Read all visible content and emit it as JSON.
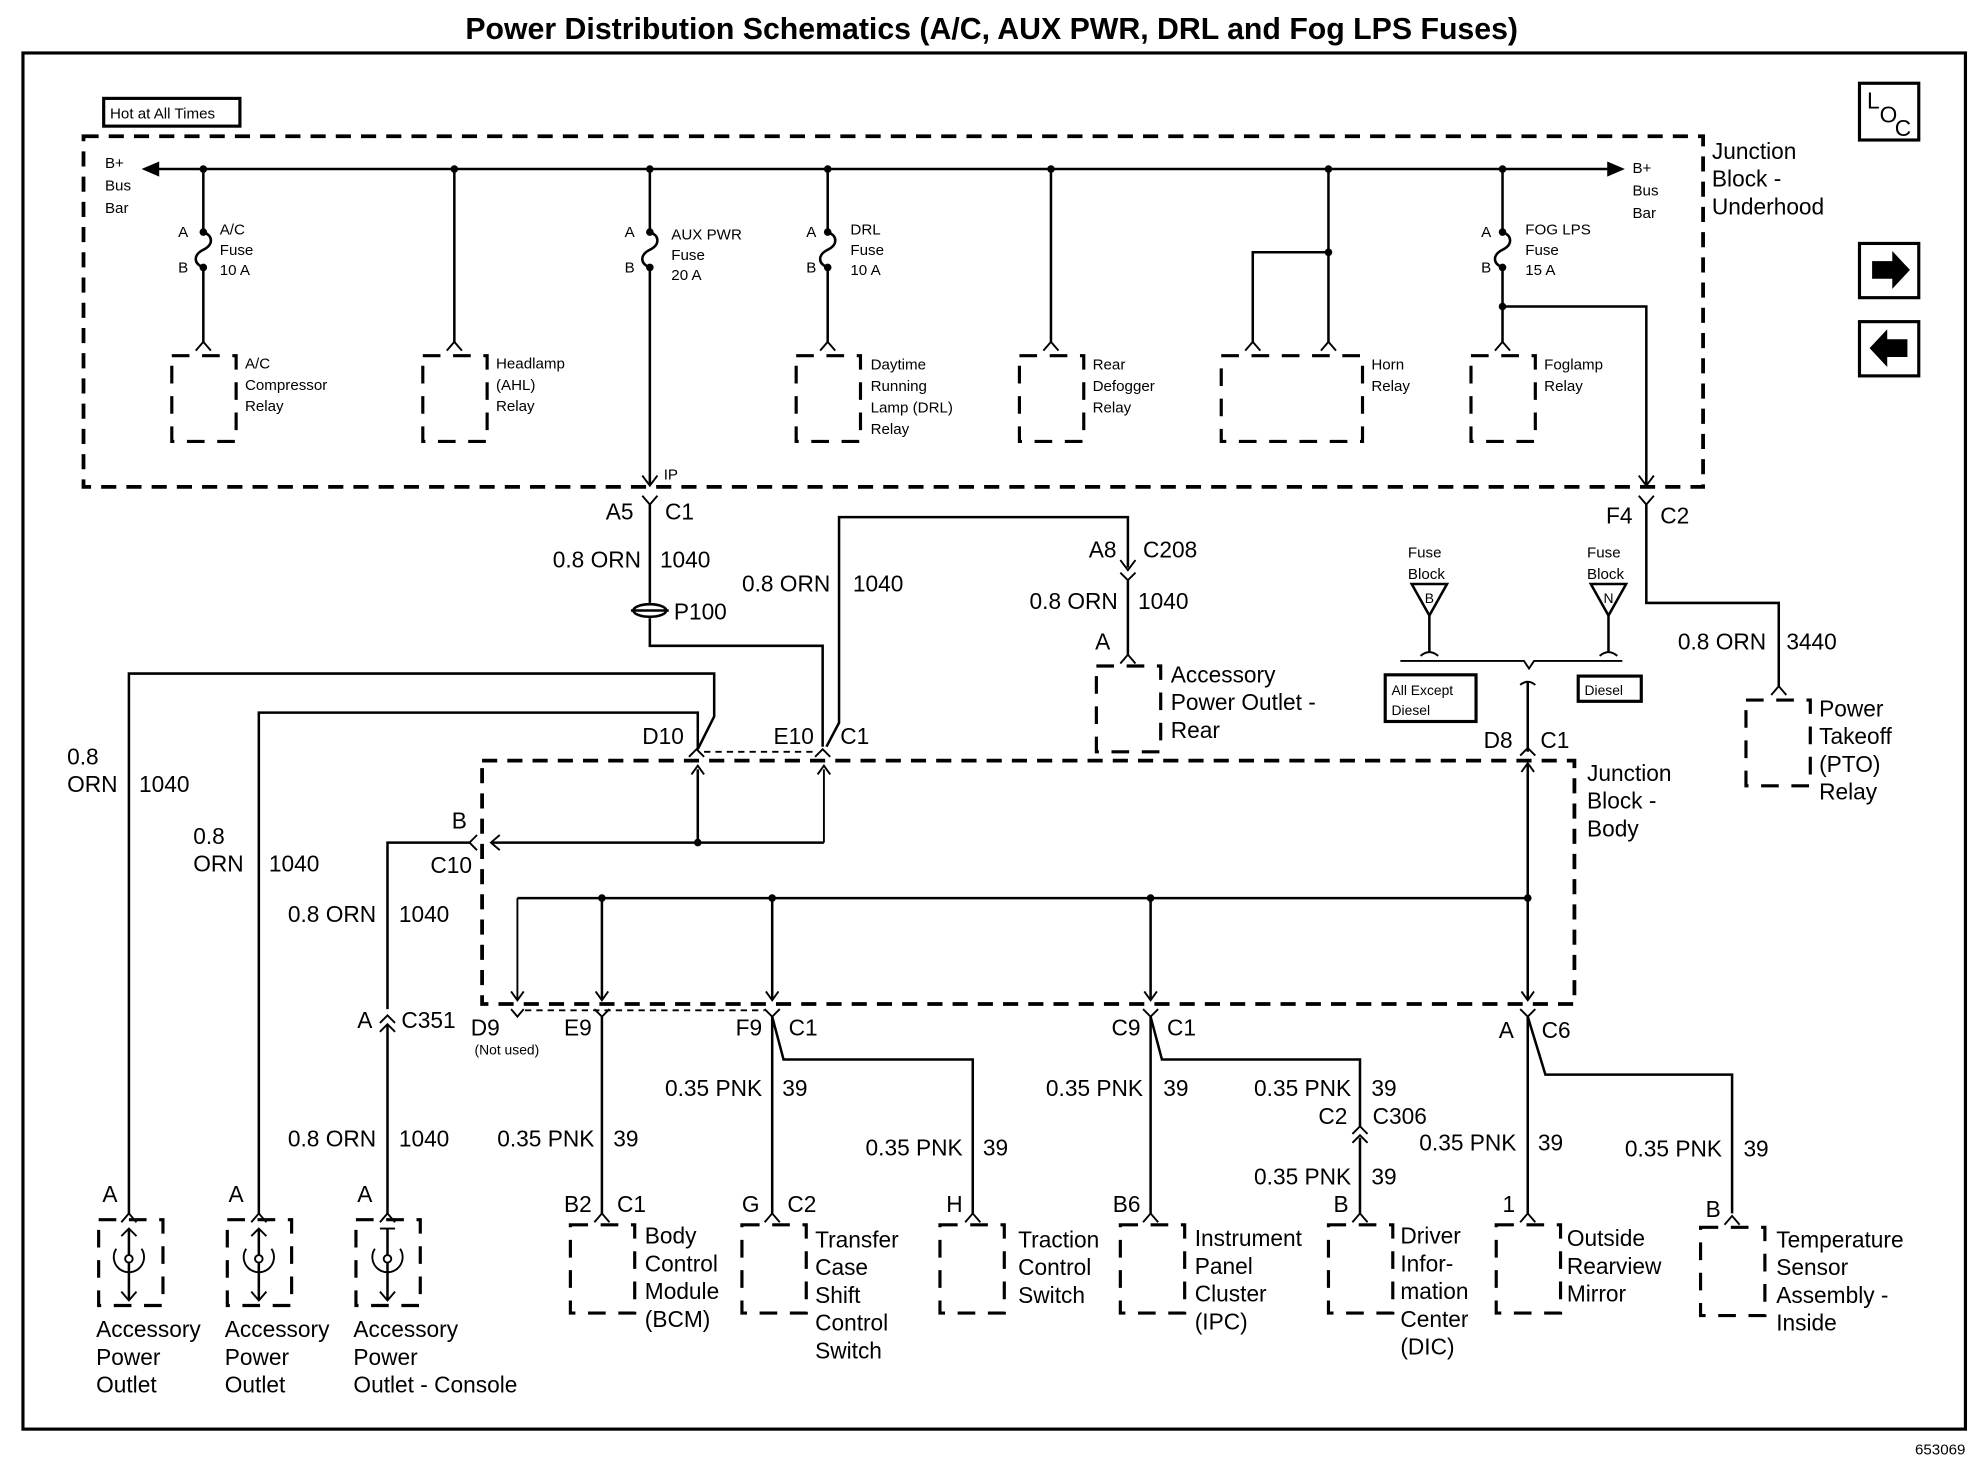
{
  "title": "Power Distribution Schematics (A/C, AUX PWR, DRL and Fog LPS Fuses)",
  "figure_id": "653069",
  "nav": {
    "loc_label": [
      "L",
      "O",
      "C"
    ],
    "next_icon": "arrow-right-icon",
    "prev_icon": "arrow-left-icon"
  },
  "hot_at_all_times": "Hot at All Times",
  "junction_underhood": {
    "label": [
      "Junction",
      "Block -",
      "Underhood"
    ],
    "bus_left": [
      "B+",
      "Bus",
      "Bar"
    ],
    "bus_right": [
      "B+",
      "Bus",
      "Bar"
    ],
    "fuses": [
      {
        "id": "ac",
        "terminal_a": "A",
        "terminal_b": "B",
        "lines": [
          "A/C",
          "Fuse",
          "10 A"
        ]
      },
      {
        "id": "aux",
        "terminal_a": "A",
        "terminal_b": "B",
        "lines": [
          "AUX  PWR",
          "Fuse",
          "20 A"
        ]
      },
      {
        "id": "drl",
        "terminal_a": "A",
        "terminal_b": "B",
        "lines": [
          "DRL",
          "Fuse",
          "10 A"
        ]
      },
      {
        "id": "fog",
        "terminal_a": "A",
        "terminal_b": "B",
        "lines": [
          "FOG LPS",
          "Fuse",
          "15 A"
        ]
      }
    ],
    "relays": [
      {
        "id": "ac-compressor",
        "lines": [
          "A/C",
          "Compressor",
          "Relay"
        ]
      },
      {
        "id": "headlamp-ahl",
        "lines": [
          "Headlamp",
          "(AHL)",
          "Relay"
        ]
      },
      {
        "id": "drl",
        "lines": [
          "Daytime",
          "Running",
          "Lamp (DRL)",
          "Relay"
        ]
      },
      {
        "id": "rear-defogger",
        "lines": [
          "Rear",
          "Defogger",
          "Relay"
        ]
      },
      {
        "id": "horn",
        "lines": [
          "Horn",
          "Relay"
        ]
      },
      {
        "id": "foglamp",
        "lines": [
          "Foglamp",
          "Relay"
        ]
      }
    ],
    "ip_label": "IP"
  },
  "connectors": {
    "a5": {
      "pin": "A5",
      "conn": "C1"
    },
    "a8": {
      "pin": "A8",
      "conn": "C208"
    },
    "f4": {
      "pin": "F4",
      "conn": "C2"
    },
    "d10": {
      "pin": "D10"
    },
    "e10": {
      "pin": "E10",
      "conn": "C1"
    },
    "d8": {
      "pin": "D8",
      "conn": "C1"
    },
    "b_c10": {
      "pin": "B",
      "conn": "C10"
    },
    "a_c351": {
      "pin": "A",
      "conn": "C351"
    },
    "d9": {
      "pin": "D9",
      "note": "(Not used)"
    },
    "e9": {
      "pin": "E9"
    },
    "f9": {
      "pin": "F9",
      "conn": "C1"
    },
    "c9": {
      "pin": "C9",
      "conn": "C1"
    },
    "a_c6": {
      "pin": "A",
      "conn": "C6"
    },
    "c2_c306": {
      "pin": "C2",
      "conn": "C306"
    }
  },
  "splice": "P100",
  "wires": {
    "orn": "0.8 ORN",
    "orn_stack": [
      "0.8",
      "ORN"
    ],
    "circuit_1040": "1040",
    "circuit_3440": "3440",
    "pnk": "0.35 PNK",
    "circuit_39": "39"
  },
  "fuse_blocks": [
    {
      "lines": [
        "Fuse",
        "Block"
      ],
      "letter": "B",
      "option": [
        "All Except",
        "Diesel"
      ]
    },
    {
      "lines": [
        "Fuse",
        "Block"
      ],
      "letter": "N",
      "option": [
        "Diesel"
      ]
    }
  ],
  "junction_body": {
    "label": [
      "Junction",
      "Block -",
      "Body"
    ]
  },
  "components": {
    "apo_rear": {
      "pin": "A",
      "lines": [
        "Accessory",
        "Power Outlet -",
        "Rear"
      ]
    },
    "pto": {
      "lines": [
        "Power",
        "Takeoff",
        "(PTO)",
        "Relay"
      ]
    },
    "apo_1": {
      "pin": "A",
      "lines": [
        "Accessory",
        "Power",
        "Outlet"
      ]
    },
    "apo_2": {
      "pin": "A",
      "lines": [
        "Accessory",
        "Power",
        "Outlet"
      ]
    },
    "apo_console": {
      "pin": "A",
      "lines": [
        "Accessory",
        "Power",
        "Outlet - Console"
      ]
    },
    "bcm": {
      "pin": "B2",
      "conn": "C1",
      "lines": [
        "Body",
        "Control",
        "Module",
        "(BCM)"
      ]
    },
    "tcsc": {
      "pin": "G",
      "conn": "C2",
      "lines": [
        "Transfer",
        "Case",
        "Shift",
        "Control",
        "Switch"
      ]
    },
    "tcs": {
      "pin": "H",
      "lines": [
        "Traction",
        "Control",
        "Switch"
      ]
    },
    "ipc": {
      "pin": "B6",
      "lines": [
        "Instrument",
        "Panel",
        "Cluster",
        "(IPC)"
      ]
    },
    "dic": {
      "pin": "B",
      "lines": [
        "Driver",
        "Infor-",
        "mation",
        "Center",
        "(DIC)"
      ]
    },
    "mirror": {
      "pin": "1",
      "lines": [
        "Outside",
        "Rearview",
        "Mirror"
      ]
    },
    "temp": {
      "pin": "B",
      "lines": [
        "Temperature",
        "Sensor",
        "Assembly -",
        "Inside"
      ]
    }
  }
}
